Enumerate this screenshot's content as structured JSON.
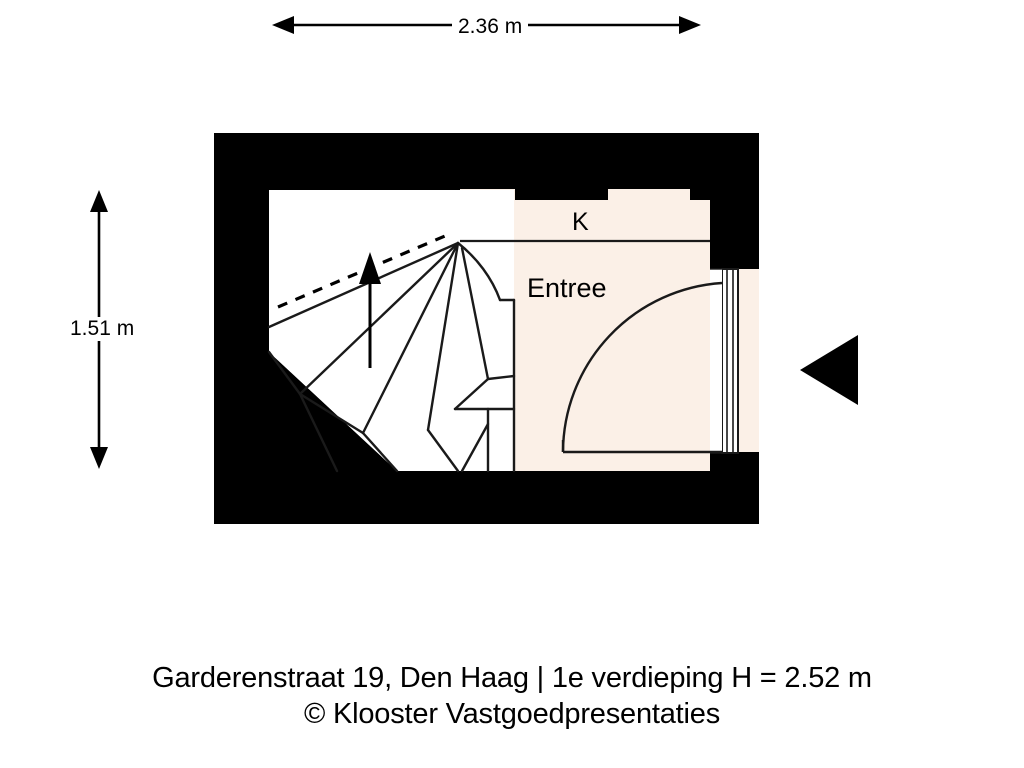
{
  "document": {
    "type": "floor-plan",
    "caption_line_1": "Garderenstraat 19, Den Haag | 1e verdieping  H = 2.52 m",
    "caption_line_2": "© Klooster Vastgoedpresentaties",
    "address": "Garderenstraat 19",
    "city": "Den Haag",
    "floor": "1e verdieping",
    "ceiling_height": "H = 2.52 m",
    "copyright": "© Klooster Vastgoedpresentaties"
  },
  "dimensions": {
    "top": {
      "label": "2.36 m",
      "orientation": "horizontal"
    },
    "left": {
      "label": "1.51 m",
      "orientation": "vertical"
    }
  },
  "rooms": [
    {
      "id": "k",
      "label": "K",
      "fill": "#FBF0E7"
    },
    {
      "id": "entree",
      "label": "Entree",
      "fill": "#FBF0E7"
    }
  ],
  "features": {
    "staircase": {
      "name": "winder-staircase",
      "direction_arrow": "up",
      "fill": "#FFFFFF"
    },
    "entrance_door": {
      "name": "entrance-door",
      "swing": "arc",
      "marker": "entrance-arrow"
    }
  },
  "colors": {
    "wall": "#000000",
    "room_fill": "#FBF0E7",
    "stair_fill": "#FFFFFF",
    "background": "#FFFFFF",
    "line": "#1A1A1A"
  }
}
